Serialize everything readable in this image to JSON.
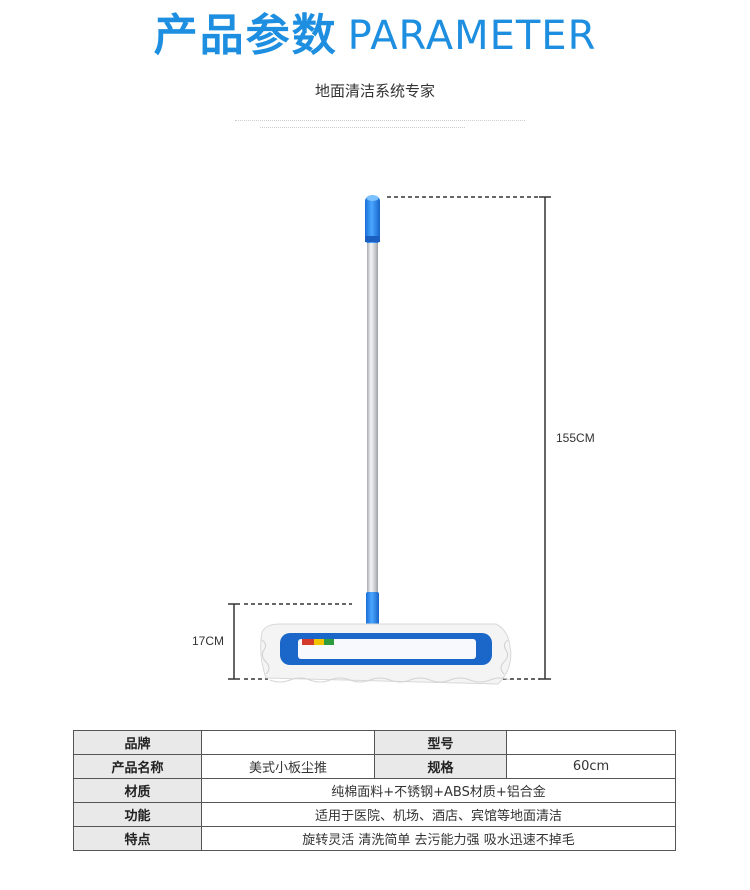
{
  "header": {
    "title_zh": "产品参数",
    "title_en": "PARAMETER",
    "subtitle": "地面清洁系统专家"
  },
  "dimensions": {
    "height_label": "155CM",
    "head_height_label": "17CM"
  },
  "colors": {
    "accent": "#1e8fe0",
    "mop_blue": "#1a66c9",
    "handle_blue": "#2a8ef0"
  },
  "specs": {
    "brand_label": "品牌",
    "brand_value": "",
    "model_label": "型号",
    "model_value": "",
    "name_label": "产品名称",
    "name_value": "美式小板尘推",
    "size_label": "规格",
    "size_value": "60cm",
    "material_label": "材质",
    "material_value": "纯棉面料+不锈钢+ABS材质+铝合金",
    "function_label": "功能",
    "function_value": "适用于医院、机场、酒店、宾馆等地面清洁",
    "feature_label": "特点",
    "feature_value": "旋转灵活 清洗简单 去污能力强 吸水迅速不掉毛"
  }
}
